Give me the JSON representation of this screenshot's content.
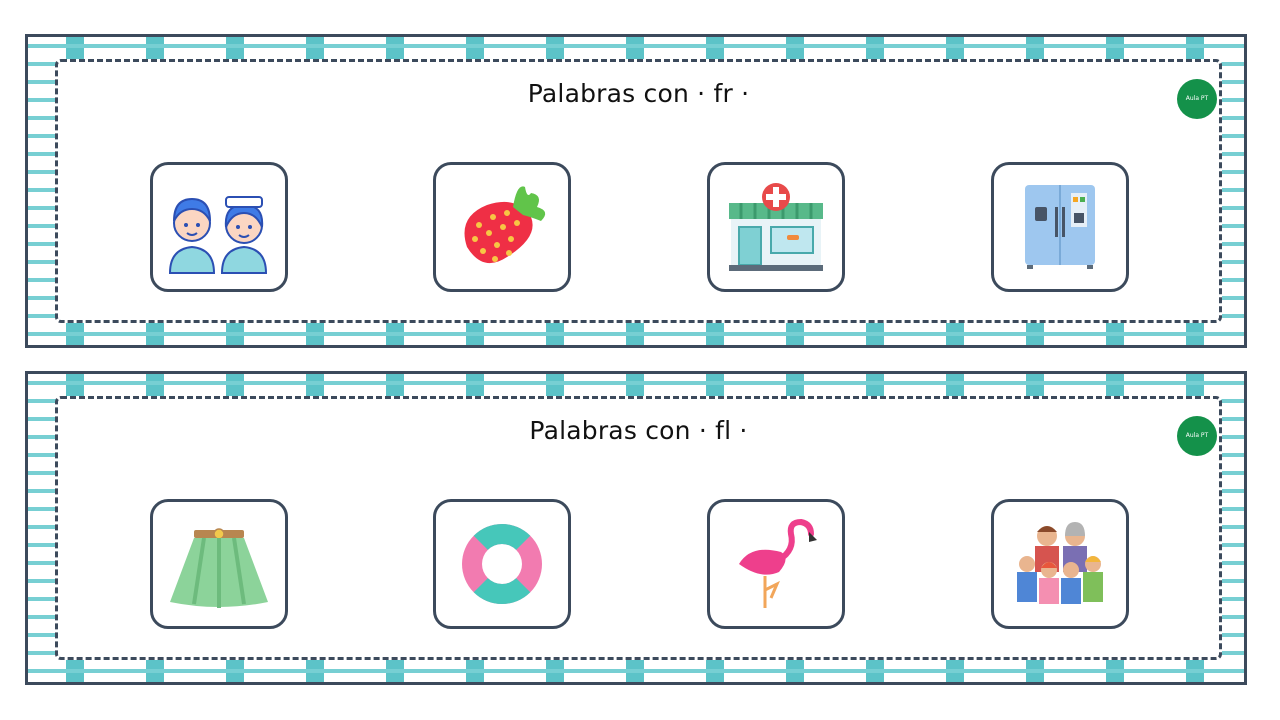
{
  "cards": [
    {
      "title": "Palabras con · fr ·",
      "logo_text": "Aula PT",
      "tiles": [
        {
          "icon": "nurses-icon"
        },
        {
          "icon": "strawberry-icon"
        },
        {
          "icon": "pharmacy-icon"
        },
        {
          "icon": "fridge-icon"
        }
      ]
    },
    {
      "title": "Palabras con · fl ·",
      "logo_text": "Aula PT",
      "tiles": [
        {
          "icon": "skirt-icon"
        },
        {
          "icon": "lifebuoy-icon"
        },
        {
          "icon": "flamingo-icon"
        },
        {
          "icon": "family-icon"
        }
      ]
    }
  ],
  "colors": {
    "stripe": "#5cc3c8",
    "border": "#3c4a5c",
    "logo": "#14914a"
  }
}
